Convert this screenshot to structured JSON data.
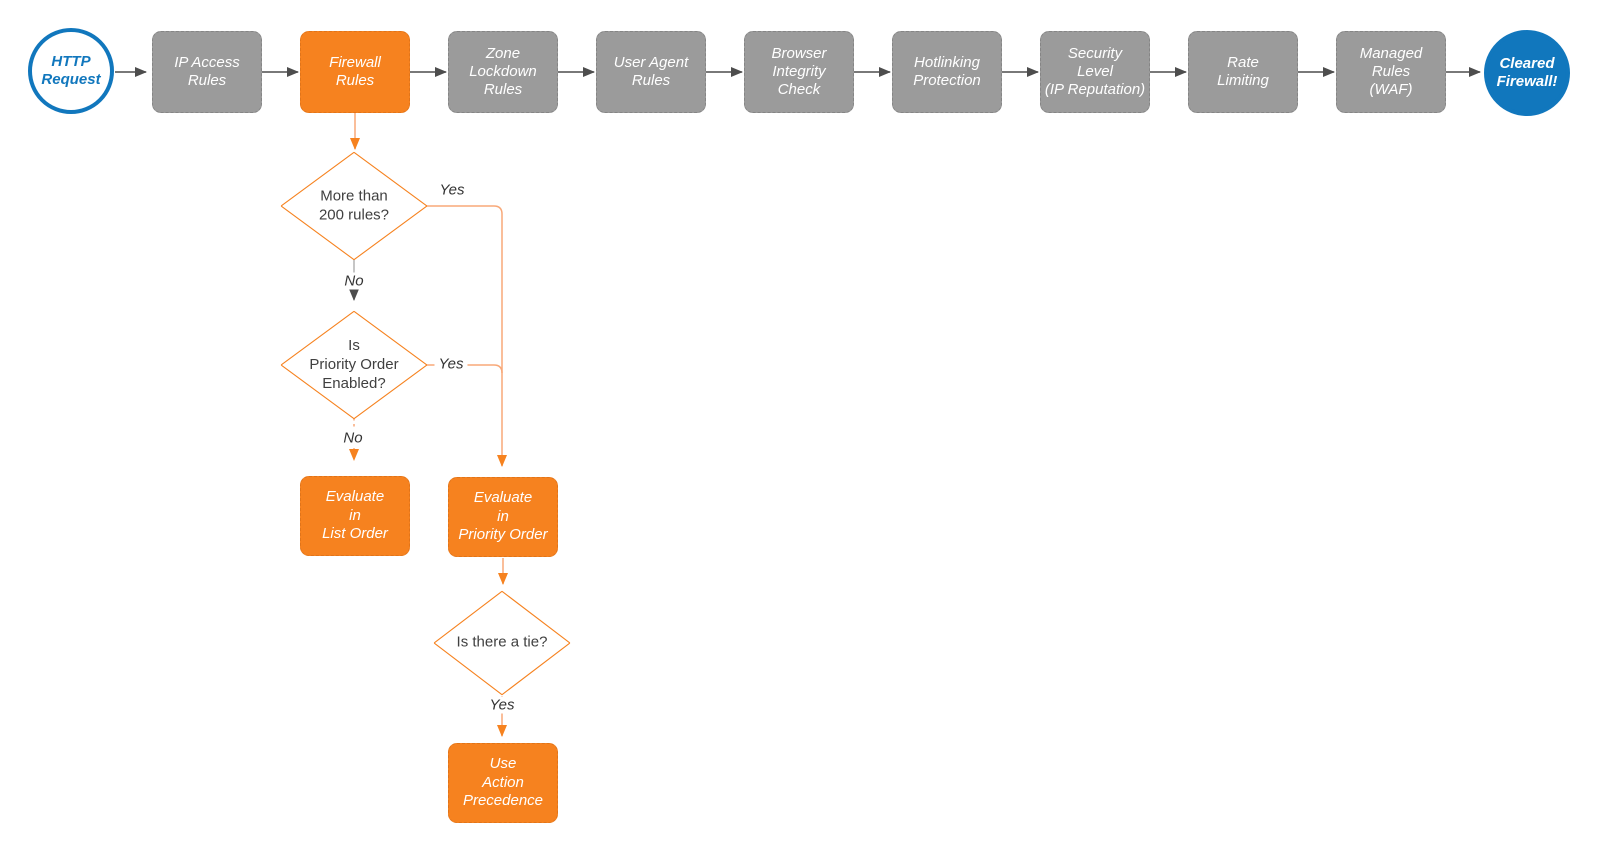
{
  "colors": {
    "accent_orange": "#f6821f",
    "connector_orange": "#f8a878",
    "node_gray": "#9b9b9b",
    "arrow_dark": "#4d4d4d",
    "brand_blue": "#1177bd",
    "diamond_text": "#404040"
  },
  "flow": {
    "start": "HTTP\nRequest",
    "steps": [
      "IP Access\nRules",
      "Firewall\nRules",
      "Zone\nLockdown\nRules",
      "User Agent\nRules",
      "Browser\nIntegrity\nCheck",
      "Hotlinking\nProtection",
      "Security\nLevel\n(IP Reputation)",
      "Rate\nLimiting",
      "Managed\nRules\n(WAF)"
    ],
    "end": "Cleared\nFirewall!"
  },
  "subflow": {
    "decision_rule_count": {
      "text": "More than\n200 rules?",
      "yes": "Yes",
      "no": "No"
    },
    "decision_priority_order": {
      "text": "Is\nPriority Order\nEnabled?",
      "yes": "Yes",
      "no": "No"
    },
    "decision_tie": {
      "text": "Is there a tie?",
      "yes": "Yes"
    },
    "evaluate_list_order": "Evaluate\nin\nList Order",
    "evaluate_priority_order": "Evaluate\nin\nPriority Order",
    "use_action_precedence": "Use\nAction\nPrecedence"
  }
}
